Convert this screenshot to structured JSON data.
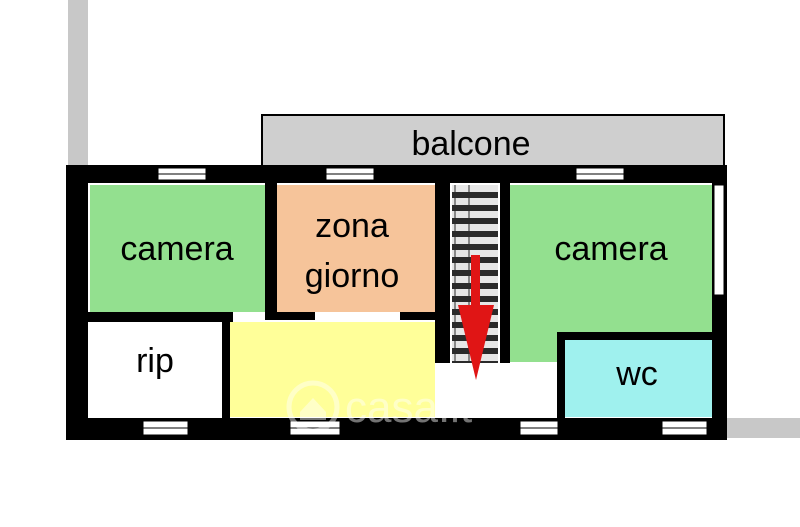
{
  "labels": {
    "balcone": "balcone",
    "camera_left": "camera",
    "zona_giorno_line1": "zona",
    "zona_giorno_line2": "giorno",
    "camera_right": "camera",
    "rip": "rip",
    "wc": "wc"
  },
  "watermark": "casa.it",
  "colors": {
    "wall": "#000000",
    "outer_gray": "#c8c8c8",
    "balcony": "#cfcfcf",
    "camera": "#93e08f",
    "zona_giorno": "#f6c49a",
    "corridor": "#ffff99",
    "wc": "#9ff1ee",
    "rip": "#ffffff",
    "stairs_dark": "#2a2a2a",
    "stairs_light": "#e6e6e6",
    "arrow": "#e01515"
  },
  "icons": {
    "arrow": "down-arrow-icon",
    "stairs": "staircase-icon"
  }
}
